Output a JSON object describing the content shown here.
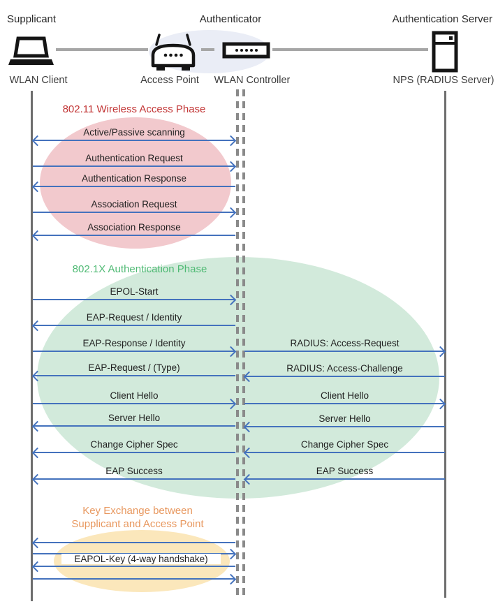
{
  "diagram": {
    "type": "sequence-diagram",
    "topic": "WLAN 802.1X authentication message flow",
    "roles": [
      {
        "name": "Supplicant"
      },
      {
        "name": "Authenticator"
      },
      {
        "name": "Authentication Server"
      }
    ],
    "actors": [
      {
        "label": "WLAN Client",
        "icon": "laptop-icon"
      },
      {
        "label": "Access Point",
        "icon": "access-point-icon"
      },
      {
        "label": "WLAN Controller",
        "icon": "wlan-controller-icon"
      },
      {
        "label": "NPS (RADIUS Server)",
        "icon": "server-icon"
      }
    ],
    "lifelines": [
      {
        "actor": "WLAN Client",
        "style": "solid"
      },
      {
        "actor": "WLAN Controller",
        "style": "double-dashed"
      },
      {
        "actor": "NPS (RADIUS Server)",
        "style": "solid"
      }
    ],
    "phases": [
      {
        "title": "802.11 Wireless Access Phase",
        "title_color": "#c23535",
        "bubble_color": "#f2c9cd"
      },
      {
        "title": "802.1X Authentication Phase",
        "title_color": "#4fba74",
        "bubble_color": "#d2eadb"
      },
      {
        "title_line1": "Key Exchange between",
        "title_line2": "Supplicant and Access Point",
        "title_color": "#e8985f",
        "bubble_color": "#fbe7bb"
      }
    ],
    "messages": [
      {
        "label": "Active/Passive scanning",
        "from": "WLAN Client",
        "to": "WLAN Controller",
        "direction": "both"
      },
      {
        "label": "Authentication Request",
        "from": "WLAN Client",
        "to": "WLAN Controller",
        "direction": "right"
      },
      {
        "label": "Authentication Response",
        "from": "WLAN Controller",
        "to": "WLAN Client",
        "direction": "left"
      },
      {
        "label": "Association Request",
        "from": "WLAN Client",
        "to": "WLAN Controller",
        "direction": "right"
      },
      {
        "label": "Association Response",
        "from": "WLAN Controller",
        "to": "WLAN Client",
        "direction": "left"
      },
      {
        "label": "EPOL-Start",
        "from": "WLAN Client",
        "to": "WLAN Controller",
        "direction": "right"
      },
      {
        "label": "EAP-Request / Identity",
        "from": "WLAN Controller",
        "to": "WLAN Client",
        "direction": "left"
      },
      {
        "label": "EAP-Response / Identity",
        "from": "WLAN Client",
        "to": "WLAN Controller",
        "direction": "right"
      },
      {
        "label": "RADIUS: Access-Request",
        "from": "WLAN Controller",
        "to": "NPS (RADIUS Server)",
        "direction": "right"
      },
      {
        "label": "EAP-Request / (Type)",
        "from": "WLAN Controller",
        "to": "WLAN Client",
        "direction": "left"
      },
      {
        "label": "RADIUS: Access-Challenge",
        "from": "NPS (RADIUS Server)",
        "to": "WLAN Controller",
        "direction": "left"
      },
      {
        "label": "Client Hello",
        "from": "WLAN Client",
        "to": "WLAN Controller",
        "direction": "right"
      },
      {
        "label": "Client Hello",
        "from": "WLAN Controller",
        "to": "NPS (RADIUS Server)",
        "direction": "right"
      },
      {
        "label": "Server Hello",
        "from": "WLAN Controller",
        "to": "WLAN Client",
        "direction": "left"
      },
      {
        "label": "Server Hello",
        "from": "NPS (RADIUS Server)",
        "to": "WLAN Controller",
        "direction": "left"
      },
      {
        "label": "Change Cipher Spec",
        "from": "WLAN Controller",
        "to": "WLAN Client",
        "direction": "left"
      },
      {
        "label": "Change Cipher Spec",
        "from": "NPS (RADIUS Server)",
        "to": "WLAN Controller",
        "direction": "left"
      },
      {
        "label": "EAP Success",
        "from": "WLAN Controller",
        "to": "WLAN Client",
        "direction": "left"
      },
      {
        "label": "EAP Success",
        "from": "NPS (RADIUS Server)",
        "to": "WLAN Controller",
        "direction": "left"
      },
      {
        "label": "",
        "from": "WLAN Controller",
        "to": "WLAN Client",
        "direction": "left"
      },
      {
        "label": "",
        "from": "WLAN Client",
        "to": "WLAN Controller",
        "direction": "right"
      },
      {
        "label": "EAPOL-Key (4-way handshake)",
        "from": "WLAN Controller",
        "to": "WLAN Client",
        "direction": "left"
      },
      {
        "label": "",
        "from": "WLAN Client",
        "to": "WLAN Controller",
        "direction": "right"
      }
    ],
    "colors": {
      "arrow": "#4472bd",
      "lifeline": "#6e6e6e",
      "dashed_lifeline": "#8a8a8a",
      "connector_line": "#a6a6a6",
      "authenticator_bubble": "#eaedf6",
      "message_text": "#1f1f1f"
    }
  }
}
